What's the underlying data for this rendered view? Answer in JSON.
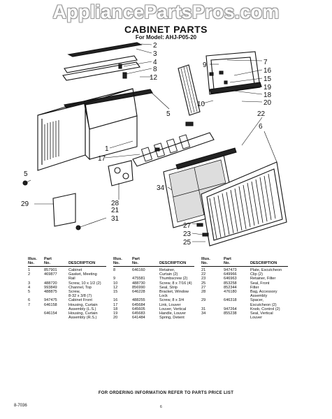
{
  "watermark": "AppliancePartsPros.com",
  "title": "CABINET PARTS",
  "model_line": "For Model: AHJ-P05-20",
  "callouts": [
    "2",
    "3",
    "4",
    "8",
    "12",
    "5",
    "1",
    "17",
    "5",
    "29",
    "28",
    "21",
    "31",
    "9",
    "7",
    "16",
    "15",
    "19",
    "10",
    "18",
    "20",
    "22",
    "6",
    "34",
    "27",
    "23",
    "25"
  ],
  "table": {
    "headers": {
      "illus": "Illus.",
      "no": "No.",
      "part": "Part",
      "partno": "No.",
      "desc": "DESCRIPTION"
    },
    "col1": [
      {
        "n": "1",
        "p": "857901",
        "d": "Cabinet"
      },
      {
        "n": "2",
        "p": "469877",
        "d": "Gasket, Meeting"
      },
      {
        "n": "",
        "p": "",
        "d": "Rail"
      },
      {
        "n": "3",
        "p": "488720",
        "d": "Screw, 10 x 1/2 (2)"
      },
      {
        "n": "4",
        "p": "993849",
        "d": "Channel, Top"
      },
      {
        "n": "5",
        "p": "488875",
        "d": "Screw,"
      },
      {
        "n": "",
        "p": "",
        "d": "8-32 x 3/8 (7)"
      },
      {
        "n": "6",
        "p": "947475",
        "d": "Cabinet Front"
      },
      {
        "n": "7",
        "p": "646158",
        "d": "Housing, Curtain"
      },
      {
        "n": "",
        "p": "",
        "d": "Assembly (L.S.)"
      },
      {
        "n": "",
        "p": "646154",
        "d": "Housing, Curtain"
      },
      {
        "n": "",
        "p": "",
        "d": "Assembly (R.S.)"
      }
    ],
    "col2": [
      {
        "n": "8",
        "p": "646160",
        "d": "Retainer,"
      },
      {
        "n": "",
        "p": "",
        "d": "Curtain (2)"
      },
      {
        "n": "9",
        "p": "475581",
        "d": "Thumbscrew (2)"
      },
      {
        "n": "10",
        "p": "488730",
        "d": "Screw, 8 x 7/16 (4)"
      },
      {
        "n": "12",
        "p": "856990",
        "d": "Seal, Strip"
      },
      {
        "n": "15",
        "p": "646228",
        "d": "Bracket, Window"
      },
      {
        "n": "",
        "p": "",
        "d": "Lock"
      },
      {
        "n": "16",
        "p": "488255",
        "d": "Screw, 8 x 3/4"
      },
      {
        "n": "17",
        "p": "645684",
        "d": "Link, Louver"
      },
      {
        "n": "18",
        "p": "645605",
        "d": "Louver, Vertical"
      },
      {
        "n": "19",
        "p": "645683",
        "d": "Handle, Louver"
      },
      {
        "n": "20",
        "p": "641484",
        "d": "Spring, Detent"
      }
    ],
    "col3": [
      {
        "n": "21",
        "p": "947473",
        "d": "Plate, Escutcheon"
      },
      {
        "n": "22",
        "p": "649966",
        "d": "Clip (2)"
      },
      {
        "n": "23",
        "p": "646963",
        "d": "Retainer, Filter"
      },
      {
        "n": "25",
        "p": "853258",
        "d": "Seal, Front"
      },
      {
        "n": "27",
        "p": "852344",
        "d": "Filter"
      },
      {
        "n": "28",
        "p": "476180",
        "d": "Bag, Accessory"
      },
      {
        "n": "",
        "p": "",
        "d": "Assembly"
      },
      {
        "n": "29",
        "p": "646318",
        "d": "Spacer,"
      },
      {
        "n": "",
        "p": "",
        "d": "Escutcheon (2)"
      },
      {
        "n": "31",
        "p": "947264",
        "d": "Knob, Control (2)"
      },
      {
        "n": "34",
        "p": "855238",
        "d": "Seal, Vertical"
      },
      {
        "n": "",
        "p": "",
        "d": "Louver"
      }
    ]
  },
  "footer": "FOR ORDERING INFORMATION REFER TO PARTS PRICE LIST",
  "doc_code": "8-7036",
  "page_number": "6"
}
